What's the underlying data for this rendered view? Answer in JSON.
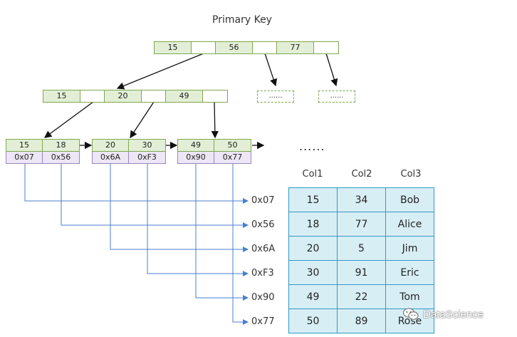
{
  "title": "Primary Key",
  "root": {
    "keys": [
      "15",
      "56",
      "77"
    ]
  },
  "internal": {
    "keys": [
      "15",
      "20",
      "49"
    ]
  },
  "placeholder_nodes": [
    "......",
    "......"
  ],
  "leaves": [
    {
      "keys": [
        "15",
        "18"
      ],
      "addrs": [
        "0x07",
        "0x56"
      ]
    },
    {
      "keys": [
        "20",
        "30"
      ],
      "addrs": [
        "0x6A",
        "0xF3"
      ]
    },
    {
      "keys": [
        "49",
        "50"
      ],
      "addrs": [
        "0x90",
        "0x77"
      ]
    }
  ],
  "ellipsis": "......",
  "row_addresses": [
    "0x07",
    "0x56",
    "0x6A",
    "0xF3",
    "0x90",
    "0x77"
  ],
  "table": {
    "columns": [
      "Col1",
      "Col2",
      "Col3"
    ],
    "rows": [
      [
        "15",
        "34",
        "Bob"
      ],
      [
        "18",
        "77",
        "Alice"
      ],
      [
        "20",
        "5",
        "Jim"
      ],
      [
        "30",
        "91",
        "Eric"
      ],
      [
        "49",
        "22",
        "Tom"
      ],
      [
        "50",
        "89",
        "Rose"
      ]
    ]
  },
  "watermark": {
    "text": "DataScience",
    "icon": "wechat-icon"
  },
  "colors": {
    "key_fill": "#e2efd6",
    "key_border": "#7fa84e",
    "addr_fill": "#ece6f5",
    "addr_border": "#9b86c0",
    "table_fill": "#d8eef5",
    "table_border": "#2f9ac4",
    "connector": "#4a7fd0"
  }
}
